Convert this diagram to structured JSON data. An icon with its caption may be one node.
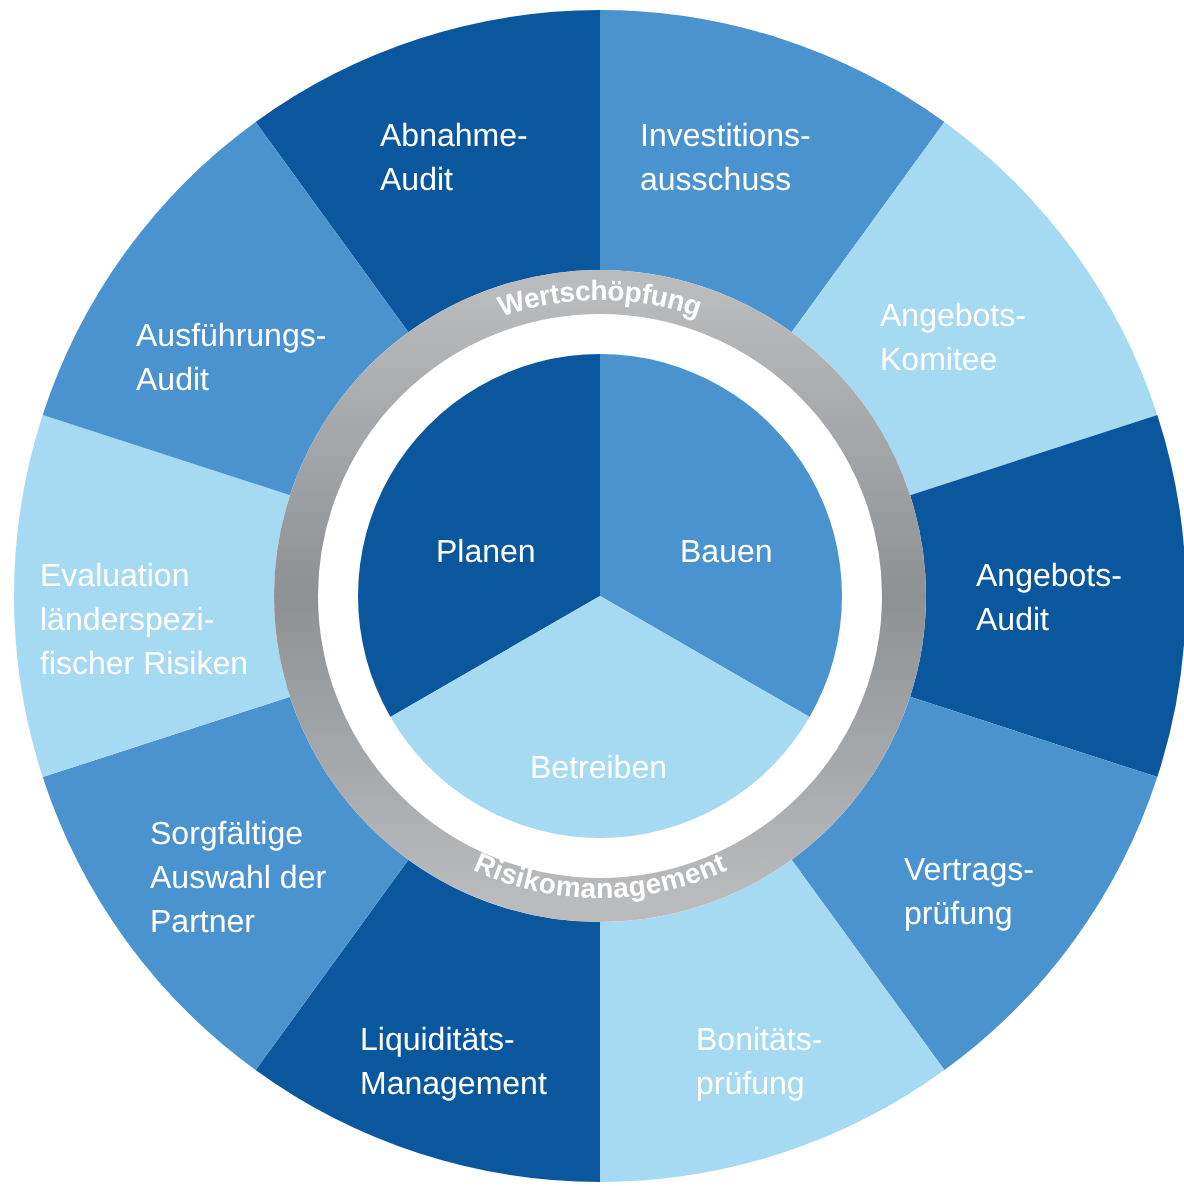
{
  "diagram": {
    "nodes": [
      {
        "text": [
          "Abnahme- Audit"
        ]
      },
      {
        "text": [
          "Investitions- ausschuss"
        ]
      },
      {
        "text": [
          "Angebots- Komitee"
        ]
      },
      {
        "text": [
          "Angebots- Audit"
        ]
      },
      {
        "text": [
          "Vertrags- prüfung"
        ]
      },
      {
        "text": [
          "Bonitäts- prüfung"
        ]
      },
      {
        "text": [
          "Liquiditäts- Management"
        ]
      },
      {
        "text": [
          "Sorgfältige Auswahl der Partner"
        ]
      },
      {
        "text": [
          "Evaluation länderspezi- fischer Risiken"
        ]
      },
      {
        "text": [
          "Ausführungs- Audit"
        ]
      },
      {
        "text": [
          "Wertschöpfung",
          "Risikomanagement"
        ]
      },
      {
        "text": [
          "Planen"
        ],
        "in": 10
      },
      {
        "text": [
          "Bauen"
        ],
        "in": 10
      },
      {
        "text": [
          "Betreiben"
        ],
        "in": 10
      }
    ]
  }
}
